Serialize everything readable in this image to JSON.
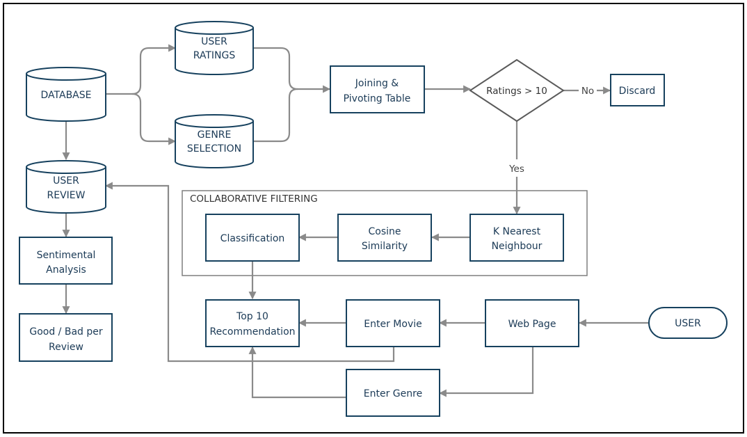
{
  "nodes": {
    "database": [
      "DATABASE"
    ],
    "user_ratings": [
      "USER",
      "RATINGS"
    ],
    "genre_selection": [
      "GENRE",
      "SELECTION"
    ],
    "user_review": [
      "USER",
      "REVIEW"
    ],
    "sentimental_analysis": [
      "Sentimental",
      "Analysis"
    ],
    "good_bad": [
      "Good / Bad per",
      "Review"
    ],
    "joining_pivoting": [
      "Joining &",
      "Pivoting Table"
    ],
    "ratings_decision": [
      "Ratings > 10"
    ],
    "discard": [
      "Discard"
    ],
    "knn": [
      "K Nearest",
      "Neighbour"
    ],
    "cosine": [
      "Cosine",
      "Similarity"
    ],
    "classification": [
      "Classification"
    ],
    "top10": [
      "Top 10",
      "Recommendation"
    ],
    "enter_movie": [
      "Enter Movie"
    ],
    "web_page": [
      "Web Page"
    ],
    "user": [
      "USER"
    ],
    "enter_genre": [
      "Enter Genre"
    ]
  },
  "group_label": "COLLABORATIVE FILTERING",
  "edge_labels": {
    "no": "No",
    "yes": "Yes"
  },
  "colors": {
    "box_stroke": "#16415e",
    "text": "#1b3a56",
    "connector": "#8a8a8a"
  }
}
